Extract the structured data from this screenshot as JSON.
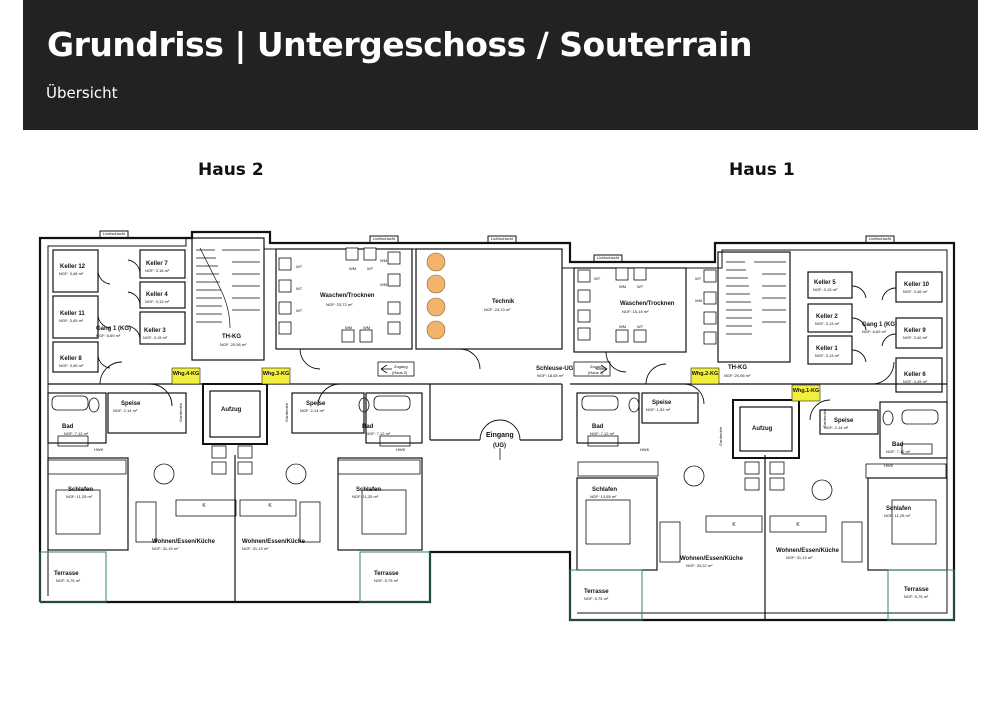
{
  "header": {
    "title": "Grundriss | Untergeschoss / Souterrain",
    "subtitle": "Übersicht"
  },
  "houses": {
    "haus2": "Haus 2",
    "haus1": "Haus 1"
  },
  "colors": {
    "header_bg": "#222222",
    "unit_tag": "#f2ee3c",
    "tank": "#f2b36a",
    "wall": "#111111",
    "terrace_line": "#2e8b57"
  },
  "rooms": {
    "keller12": "Keller 12",
    "keller12_ngf": "NGF: 3,48 m²",
    "keller11": "Keller 11",
    "keller11_ngf": "NGF: 3,45 m²",
    "keller8": "Keller 8",
    "keller8_ngf": "NGF: 3,45 m²",
    "keller7": "Keller 7",
    "keller7_ngf": "NGF: 3,16 m²",
    "keller4": "Keller 4",
    "keller4_ngf": "NGF: 3,13 m²",
    "keller3": "Keller 3",
    "keller3_ngf": "NGF: 3,15 m²",
    "gang_left": "Gang 1 (KG)",
    "gang_left_ngf": "NGF: 6,69 m²",
    "th_kg_left": "TH-KG",
    "th_kg_left_ngf": "NGF: 20,56 m²",
    "waschen_left": "Waschen/Trocknen",
    "waschen_left_ngf": "NGF: 23,72 m²",
    "technik": "Technik",
    "technik_ngf": "NGF: 24,13 m²",
    "zugang_left": "Zugang",
    "zugang_left_sub": "(Haus 2)",
    "zugang_right": "Zugang",
    "zugang_right_sub": "(Haus 1)",
    "schleuse": "Schleuse-UG",
    "schleuse_ngf": "NGF: 18,65 m²",
    "waschen_right": "Waschen/Trocknen",
    "waschen_right_ngf": "NGF: 16,15 m²",
    "th_kg_right": "TH-KG",
    "th_kg_right_ngf": "NGF: 20,56 m²",
    "keller5": "Keller 5",
    "keller5_ngf": "NGF: 3,15 m²",
    "keller2": "Keller 2",
    "keller2_ngf": "NGF: 3,13 m²",
    "keller1": "Keller 1",
    "keller1_ngf": "NGF: 3,13 m²",
    "keller10": "Keller 10",
    "keller10_ngf": "NGF: 3,46 m²",
    "keller9": "Keller 9",
    "keller9_ngf": "NGF: 3,40 m²",
    "keller6": "Keller 6",
    "keller6_ngf": "NGF: 3,45 m²",
    "gang_right": "Gang 1 (KG)",
    "gang_right_ngf": "NGF: 6,69 m²",
    "speise_a": "Speise",
    "speise_a_ngf": "NGF: 2,14 m²",
    "speise_b": "Speise",
    "speise_b_ngf": "NGF: 2,14 m²",
    "speise_c": "Speise",
    "speise_c_ngf": "NGF: 1,92 m²",
    "speise_d": "Speise",
    "speise_d_ngf": "NGF: 2,14 m²",
    "bad_a": "Bad",
    "bad_a_ngf": "NGF: 7,12 m²",
    "bad_b": "Bad",
    "bad_b_ngf": "NGF: 7,12 m²",
    "bad_c": "Bad",
    "bad_c_ngf": "NGF: 7,12 m²",
    "bad_d": "Bad",
    "bad_d_ngf": "NGF: 7,12 m²",
    "schlafen_a": "Schlafen",
    "schlafen_a_ngf": "NGF: 11,25 m²",
    "schlafen_b": "Schlafen",
    "schlafen_b_ngf": "NGF: 11,25 m²",
    "schlafen_c": "Schlafen",
    "schlafen_c_ngf": "NGF: 13,65 m²",
    "schlafen_d": "Schlafen",
    "schlafen_d_ngf": "NGF: 11,25 m²",
    "wek_a": "Wohnen/Essen/Küche",
    "wek_a_ngf": "NGF: 31,19 m²",
    "wek_b": "Wohnen/Essen/Küche",
    "wek_b_ngf": "NGF: 31,19 m²",
    "wek_c": "Wohnen/Essen/Küche",
    "wek_c_ngf": "NGF: 33,22 m²",
    "wek_d": "Wohnen/Essen/Küche",
    "wek_d_ngf": "NGF: 31,19 m²",
    "terrasse_a": "Terrasse",
    "terrasse_a_ngf": "NGF: 5,75 m²",
    "terrasse_b": "Terrasse",
    "terrasse_b_ngf": "NGF: 5,75 m²",
    "terrasse_c": "Terrasse",
    "terrasse_c_ngf": "NGF: 5,75 m²",
    "terrasse_d": "Terrasse",
    "terrasse_d_ngf": "NGF: 5,75 m²",
    "aufzug_left": "Aufzug",
    "aufzug_right": "Aufzug",
    "eingang": "Eingang",
    "eingang_sub": "(UG)"
  },
  "units": {
    "whg4": "Whg.4-KG",
    "whg3": "Whg.3-KG",
    "whg2": "Whg.2-KG",
    "whg1": "Whg.1-KG"
  },
  "labels": {
    "lichtschacht": "Lichtschacht",
    "garderobe": "Garderobe",
    "hwk": "HWK",
    "wm": "WM",
    "wt": "WT",
    "k": "K"
  }
}
